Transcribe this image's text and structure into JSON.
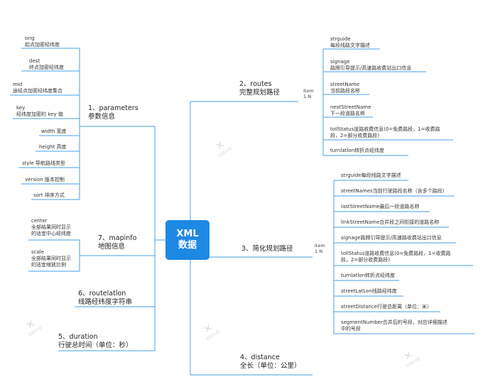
{
  "root": {
    "label": "XML\n数据"
  },
  "watermark": "XMind",
  "colors": {
    "line": "#4a9fe8",
    "root_bg": "#1e88e5"
  },
  "left": {
    "parameters": {
      "label": "1、parameters\n参数信息",
      "items": [
        "orig\n起点加密经纬度",
        "dest\n终点加密经纬度",
        "mid\n途经点加密经纬度集合",
        "key\n经纬度加密的 key 值",
        "width 宽度",
        "height 高度",
        "style 导航路线类型",
        "version 版本控制",
        "sort 排序方式"
      ]
    },
    "mapinfo": {
      "label": "7、mapinfo\n地图信息",
      "items": [
        "center\n全部结果同时显示\n的适宜中心经纬度",
        "scale\n全部结果同时显示\n的适宜缩放比例"
      ]
    },
    "routelatlon": {
      "label": "6、routelatlon\n线路经纬度字符串"
    },
    "duration": {
      "label": "5、duration\n行驶总时间（单位：秒）"
    }
  },
  "right": {
    "routes": {
      "label": "2、routes\n完整规划路径",
      "rel": "item\n1:N",
      "items": [
        "strguide\n每段线路文字描述",
        "signage\n路牌引导提示/高速路收费站出口信息",
        "streetName\n当前路段名称",
        "nextStreetName\n下一段道路名称",
        "tollStatus道路收费信息(0=免费路段，1=收费路\n段，2=部分收费路段)",
        "turnlatlon转折点经纬度"
      ]
    },
    "simple": {
      "label": "3、简化规划路径",
      "rel": "item\n1:N",
      "items": [
        "strguide每段线路文字描述",
        "streetNames当前行驶路段名称（含多个路段）",
        "lastStreetName最后一段道路名称",
        "linkStreetName合并段之间衔接的道路名称",
        "signage路牌引导提示/高速路收费站出口信息",
        "tollStatus道路收费信息(0=免费路段，1=收费路\n段，2=部分收费路段)",
        "turnlatlon转折点经纬度",
        "streetLatLon线路经纬度",
        "streetDistance行驶总距离（单位：米）",
        "segmentNumber合并后的号段，对应详细描述\n中的号段"
      ]
    },
    "distance": {
      "label": "4、distance\n全长（单位：公里）"
    }
  }
}
